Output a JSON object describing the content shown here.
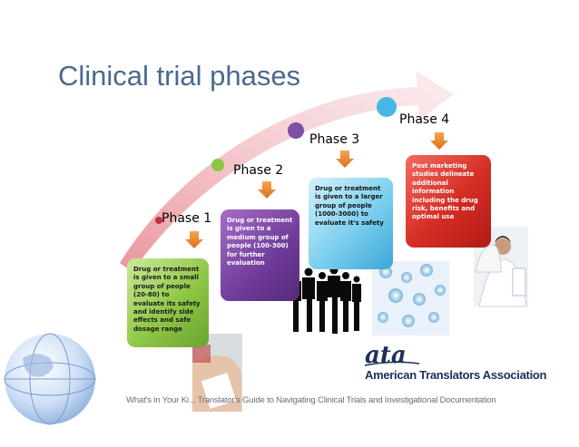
{
  "slide": {
    "title": "Clinical trial phases",
    "footer": "What's in Your Ki... Translator's Guide to Navigating Clinical Trials and Investigational Documentation"
  },
  "phases": [
    {
      "label": "Phase 1",
      "description": "Drug or treatment is given to a small group of people (20-80) to evaluate its safety and identify side effects and safe dosage range",
      "color": "#8fc746"
    },
    {
      "label": "Phase 2",
      "description": "Drug or treatment is given to a medium group of people (100-300) for further evaluation",
      "color": "#6f3b99"
    },
    {
      "label": "Phase 3",
      "description": "Drug or treatment is given to a larger group of people (1000-3000) to evaluate it's safety",
      "color": "#7ccfee"
    },
    {
      "label": "Phase 4",
      "description": "Post marketing studies delineate additional information including the drug risk, benefits and optimal use",
      "color": "#d42d24"
    }
  ],
  "logo": {
    "mark": "ata",
    "name": "American Translators Association"
  },
  "colors": {
    "title": "#4a6a8e",
    "arrow": "#e8872a",
    "arc": "#e04a5a"
  }
}
